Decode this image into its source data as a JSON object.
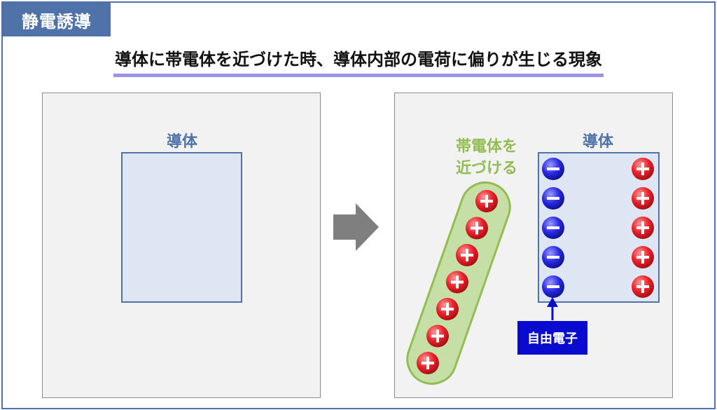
{
  "header": {
    "tag": "静電誘導"
  },
  "headline": "導体に帯電体を近づけた時、導体内部の電荷に偏りが生じる現象",
  "left_panel": {
    "conductor_label": "導体"
  },
  "right_panel": {
    "conductor_label": "導体",
    "charged_body_label_line1": "帯電体を",
    "charged_body_label_line2": "近づける",
    "free_electron_label": "自由電子"
  },
  "colors": {
    "accent_blue": "#4f72a8",
    "green": "#93bd54",
    "positive_red": "#e8222b",
    "negative_blue": "#2a2ae6",
    "arrow_gray": "#7f7f7f",
    "free_electron_bg": "#0b0bd0"
  },
  "icons": {
    "arrow": "right-arrow-icon",
    "positive_charge": "plus-charge-icon",
    "negative_charge": "minus-charge-icon"
  }
}
